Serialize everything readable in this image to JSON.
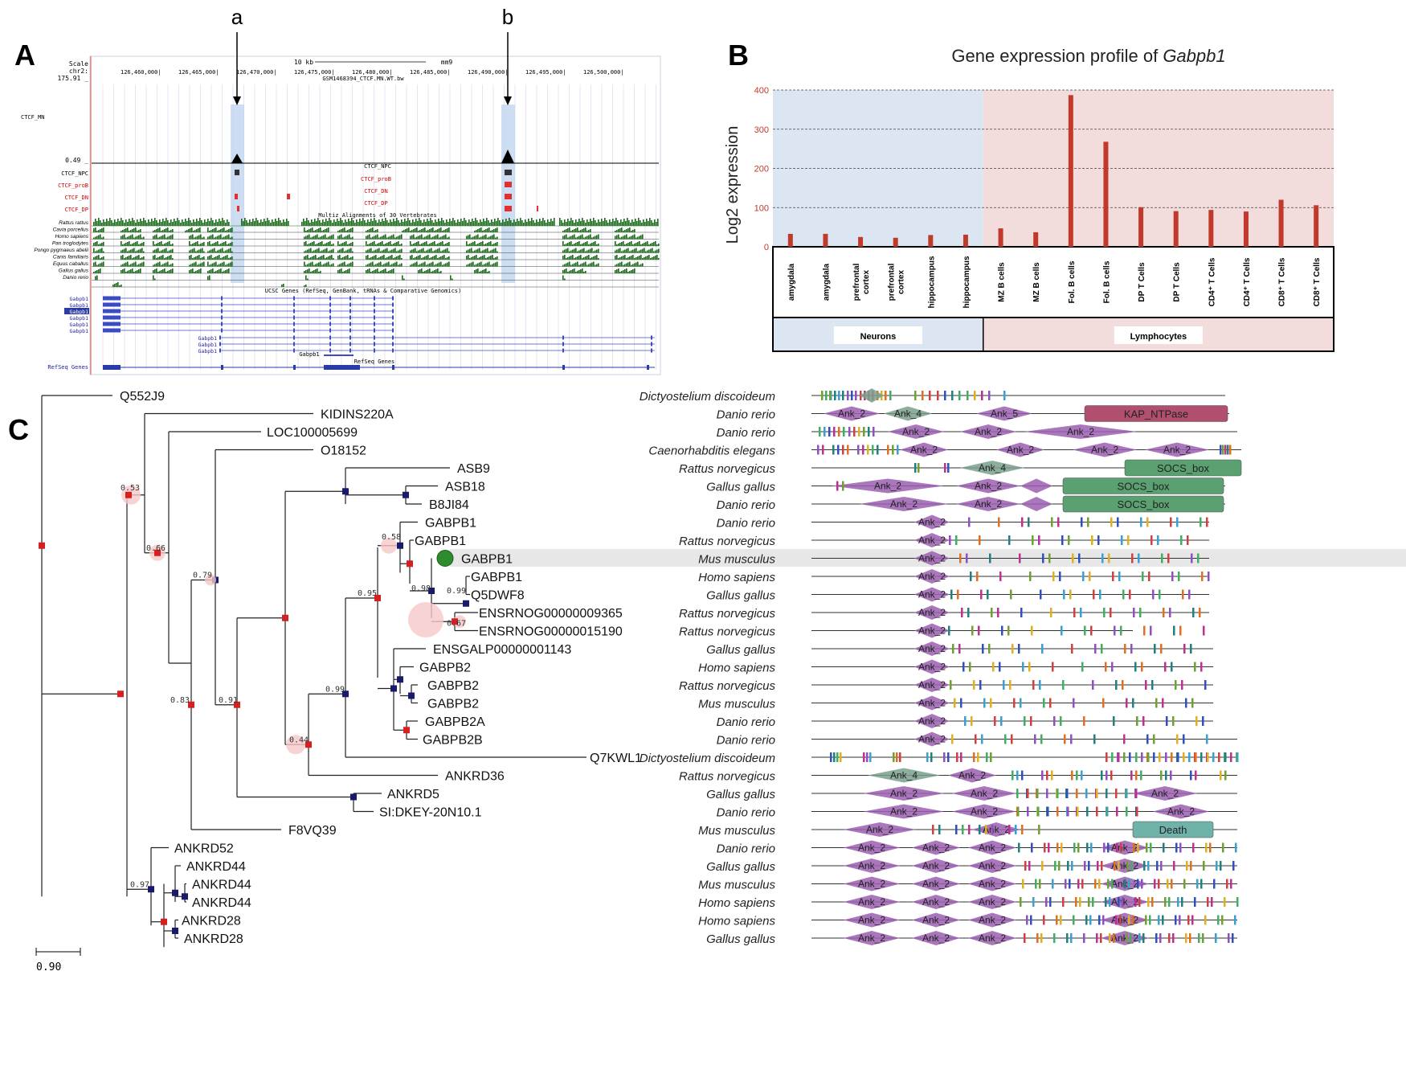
{
  "panels": {
    "a": "A",
    "b": "B",
    "c": "C"
  },
  "browser": {
    "markers": [
      "a",
      "b"
    ],
    "scale_label": "Scale",
    "chrom_label": "chr2:",
    "top_value": "175.91 _",
    "scale_bar": "10 kb",
    "assembly": "mm9",
    "signal_title": "GSM1468394_CTCF.MN.WT.bw",
    "positions": [
      "126,460,000|",
      "126,465,000|",
      "126,470,000|",
      "126,475,000|",
      "126,480,000|",
      "126,485,000|",
      "126,490,000|",
      "126,495,000|",
      "126,500,000|"
    ],
    "ctcf_mn": "CTCF_MN",
    "npc_value": "0.49 _",
    "ctcf_npc_track": "CTCF_NPC",
    "track_labels": [
      {
        "text": "CTCF_NPC",
        "color": "#000000"
      },
      {
        "text": "CTCF_proB",
        "color": "#d40000"
      },
      {
        "text": "CTCF_DN",
        "color": "#d40000"
      },
      {
        "text": "CTCF_DP",
        "color": "#d40000"
      }
    ],
    "center_labels": [
      {
        "text": "CTCF_proB",
        "color": "#d40000"
      },
      {
        "text": "CTCF_DN",
        "color": "#d40000"
      },
      {
        "text": "CTCF_DP",
        "color": "#d40000"
      }
    ],
    "multiz_title": "Multiz Alignments of 30 Vertebrates",
    "species": [
      "Rattus rattus",
      "Cavia porcellus",
      "Homo sapiens",
      "Pan troglodytes",
      "Pongo pygmaeus abelii",
      "Canis familiaris",
      "Equus caballus",
      "Gallus gallus",
      "Danio rerio"
    ],
    "ucsc_title": "UCSC Genes (RefSeq, GenBank, tRNAs & Comparative Genomics)",
    "gene_rows": [
      "Gabpb1",
      "Gabpb1",
      "Gabpb1",
      "Gabpb1",
      "Gabpb1",
      "Gabpb1"
    ],
    "inner_gene_rows": [
      "Gabpb1",
      "Gabpb1",
      "Gabpb1"
    ],
    "gabpb1_center": "Gabpb1",
    "refseq_center": "RefSeq Genes",
    "refseq_label": "RefSeq Genes"
  },
  "chart_data": {
    "type": "bar",
    "title": "Gene expression profile of Gabpb1",
    "title_plain": "Gene expression profile of ",
    "title_italic": "Gabpb1",
    "ylabel": "Log2 expression",
    "ylim": [
      0,
      400
    ],
    "yticks": [
      "0",
      "100",
      "200",
      "300",
      "400"
    ],
    "grid": "dashed horizontal",
    "categories": [
      "amygdala",
      "amygdala",
      "prefrontal cortex",
      "prefrontal cortex",
      "hippocampus",
      "hippocampus",
      "MZ B cells",
      "MZ B cells",
      "Fol. B cells",
      "Fol. B cells",
      "DP T Cells",
      "DP T Cells",
      "CD4⁺ T Cells",
      "CD4⁺ T Cells",
      "CD8⁺ T Cells",
      "CD8⁺ T Cells"
    ],
    "values": [
      33,
      33,
      25,
      23,
      30,
      31,
      47,
      37,
      387,
      268,
      101,
      91,
      94,
      90,
      120,
      106
    ],
    "groups": [
      {
        "name": "Neurons",
        "count": 6,
        "color": "#dbe6f2"
      },
      {
        "name": "Lymphocytes",
        "count": 10,
        "color": "#f2dcdc"
      }
    ],
    "bar_color": "#c0392b"
  },
  "tree": {
    "scale_label": "0.90",
    "leaves": [
      {
        "name": "Q552J9",
        "species": "Dictyostelium discoideum"
      },
      {
        "name": "KIDINS220A",
        "species": "Danio rerio"
      },
      {
        "name": "LOC100005699",
        "species": "Danio rerio"
      },
      {
        "name": "O18152",
        "species": "Caenorhabditis elegans"
      },
      {
        "name": "ASB9",
        "species": "Rattus norvegicus"
      },
      {
        "name": "ASB18",
        "species": "Gallus gallus"
      },
      {
        "name": "B8JI84",
        "species": "Danio rerio"
      },
      {
        "name": "GABPB1",
        "species": "Danio rerio"
      },
      {
        "name": "GABPB1",
        "species": "Rattus norvegicus"
      },
      {
        "name": "GABPB1",
        "species": "Mus musculus"
      },
      {
        "name": "GABPB1",
        "species": "Homo sapiens"
      },
      {
        "name": "Q5DWF8",
        "species": "Gallus gallus"
      },
      {
        "name": "ENSRNOG00000009365",
        "species": "Rattus norvegicus"
      },
      {
        "name": "ENSRNOG00000015190",
        "species": "Rattus norvegicus"
      },
      {
        "name": "ENSGALP00000001143",
        "species": "Gallus gallus"
      },
      {
        "name": "GABPB2",
        "species": "Homo sapiens"
      },
      {
        "name": "GABPB2",
        "species": "Rattus norvegicus"
      },
      {
        "name": "GABPB2",
        "species": "Mus musculus"
      },
      {
        "name": "GABPB2A",
        "species": "Danio rerio"
      },
      {
        "name": "GABPB2B",
        "species": "Danio rerio"
      },
      {
        "name": "Q7KWL1",
        "species": "Dictyostelium discoideum"
      },
      {
        "name": "ANKRD36",
        "species": "Rattus norvegicus"
      },
      {
        "name": "ANKRD5",
        "species": "Gallus gallus"
      },
      {
        "name": "SI:DKEY-20N10.1",
        "species": "Danio rerio"
      },
      {
        "name": "F8VQ39",
        "species": "Mus musculus"
      },
      {
        "name": "ANKRD52",
        "species": "Danio rerio"
      },
      {
        "name": "ANKRD44",
        "species": "Gallus gallus"
      },
      {
        "name": "ANKRD44",
        "species": "Mus musculus"
      },
      {
        "name": "ANKRD44",
        "species": "Homo sapiens"
      },
      {
        "name": "ANKRD28",
        "species": "Homo sapiens"
      },
      {
        "name": "ANKRD28",
        "species": "Gallus gallus"
      }
    ],
    "support": [
      "0.53",
      "0.66",
      "0.79",
      "0.83",
      "0.91",
      "0.58",
      "0.98",
      "0.99",
      "0.67",
      "0.95",
      "0.99",
      "0.44",
      "0.97"
    ],
    "highlight_leaf": 9
  },
  "domains": {
    "big_labels": [
      "KAP_NTPase",
      "SOCS_box",
      "SOCS_box",
      "SOCS_box",
      "Death"
    ],
    "ank2": "Ank_2",
    "ank4": "Ank_4",
    "ank5": "Ank_5",
    "colors": {
      "ank2": "#9b5fb0",
      "ank4": "#7aa08c",
      "kap": "#b0506e",
      "socs": "#5aa070",
      "death": "#6fb3a8"
    }
  }
}
